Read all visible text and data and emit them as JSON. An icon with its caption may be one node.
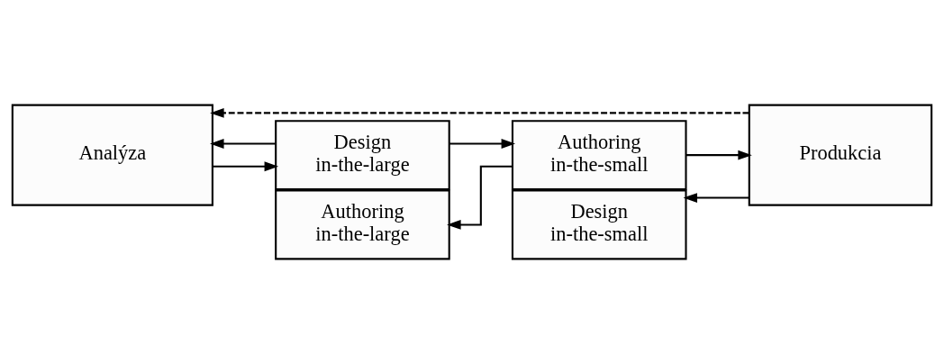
{
  "diagram": {
    "nodes": [
      {
        "text": [
          "Analýza"
        ]
      },
      {
        "text": [
          "Design in-the-large"
        ]
      },
      {
        "text": [
          "Authoring in-the-large"
        ]
      },
      {
        "text": [
          "Authoring in-the-small"
        ]
      },
      {
        "text": [
          "Design in-the-small"
        ]
      },
      {
        "text": [
          "Produkcia"
        ]
      }
    ],
    "edges": [
      {
        "from": 0,
        "to": 1,
        "arrow": "to"
      },
      {
        "from": 1,
        "to": 0,
        "arrow": "to"
      },
      {
        "from": 1,
        "to": 3,
        "arrow": "to"
      },
      {
        "from": 3,
        "to": 2,
        "arrow": "to"
      },
      {
        "from": 3,
        "to": 5,
        "arrow": "to"
      },
      {
        "from": 5,
        "to": 4,
        "arrow": "to"
      },
      {
        "from": 5,
        "to": 0,
        "arrow": "to",
        "style": "dashed"
      }
    ]
  }
}
